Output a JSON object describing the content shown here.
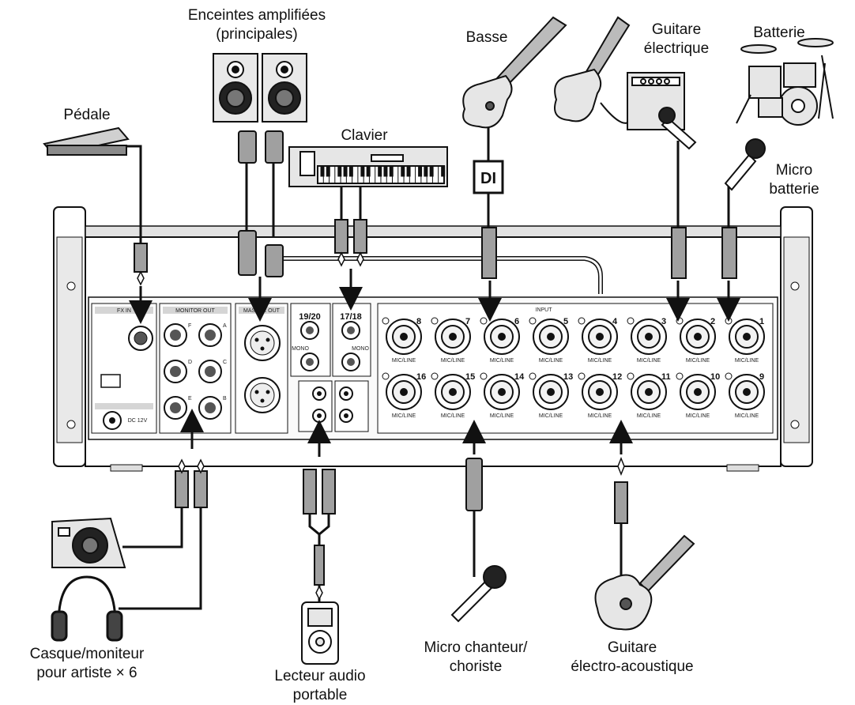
{
  "labels": {
    "main_speakers": "Enceintes amplifiées",
    "main_speakers_sub": "(principales)",
    "bass": "Basse",
    "electric_guitar": "Guitare",
    "electric_guitar_sub": "électrique",
    "drums": "Batterie",
    "pedal": "Pédale",
    "keyboard": "Clavier",
    "drum_mic": "Micro",
    "drum_mic_sub": "batterie",
    "headphones": "Casque/moniteur",
    "headphones_sub": "pour artiste × 6",
    "portable_player": "Lecteur audio",
    "portable_player_sub": "portable",
    "vocal_mic": "Micro chanteur/",
    "vocal_mic_sub": "choriste",
    "acoustic_guitar": "Guitare",
    "acoustic_guitar_sub": "électro-acoustique",
    "di_box": "DI"
  },
  "panel": {
    "monitor_out": "MONITOR OUT",
    "master_out": "MASTER OUT",
    "input": "INPUT",
    "fx_in": "FX IN",
    "ch_19_20": "19/20",
    "ch_17_18": "17/18",
    "mono": "MONO",
    "mic_line": "MIC/LINE",
    "power": "DC 12V",
    "monitor_letters": [
      "F",
      "A",
      "D",
      "C",
      "E",
      "B"
    ],
    "channel_numbers_top": [
      "8",
      "7",
      "6",
      "5",
      "4",
      "3",
      "2",
      "1"
    ],
    "channel_numbers_bottom": [
      "16",
      "15",
      "14",
      "13",
      "12",
      "11",
      "10",
      "9"
    ]
  },
  "colors": {
    "line": "#111111",
    "plug": "#9a9a9a",
    "panel": "#ffffff",
    "metal": "#cfcfcf"
  }
}
